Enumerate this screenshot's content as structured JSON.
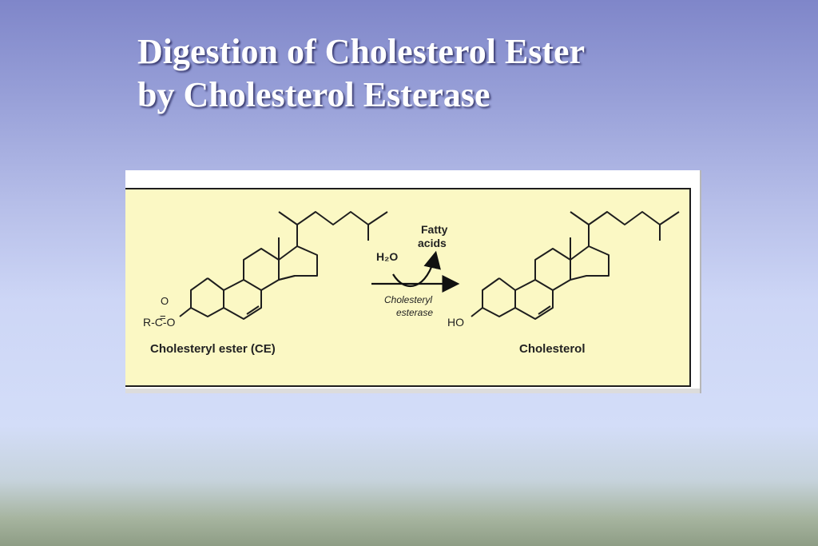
{
  "slide": {
    "title_line1": "Digestion of Cholesterol Ester",
    "title_line2": "by Cholesterol Esterase"
  },
  "diagram": {
    "reactant_label": "Cholesteryl ester (CE)",
    "product_label": "Cholesterol",
    "reagent": "H₂O",
    "byproduct_line1": "Fatty",
    "byproduct_line2": "acids",
    "enzyme_line1": "Cholesteryl",
    "enzyme_line2": "esterase",
    "ester_group": "R-C-O",
    "carbonyl_o": "O",
    "carbonyl_bond": "=",
    "hydroxyl": "HO"
  }
}
